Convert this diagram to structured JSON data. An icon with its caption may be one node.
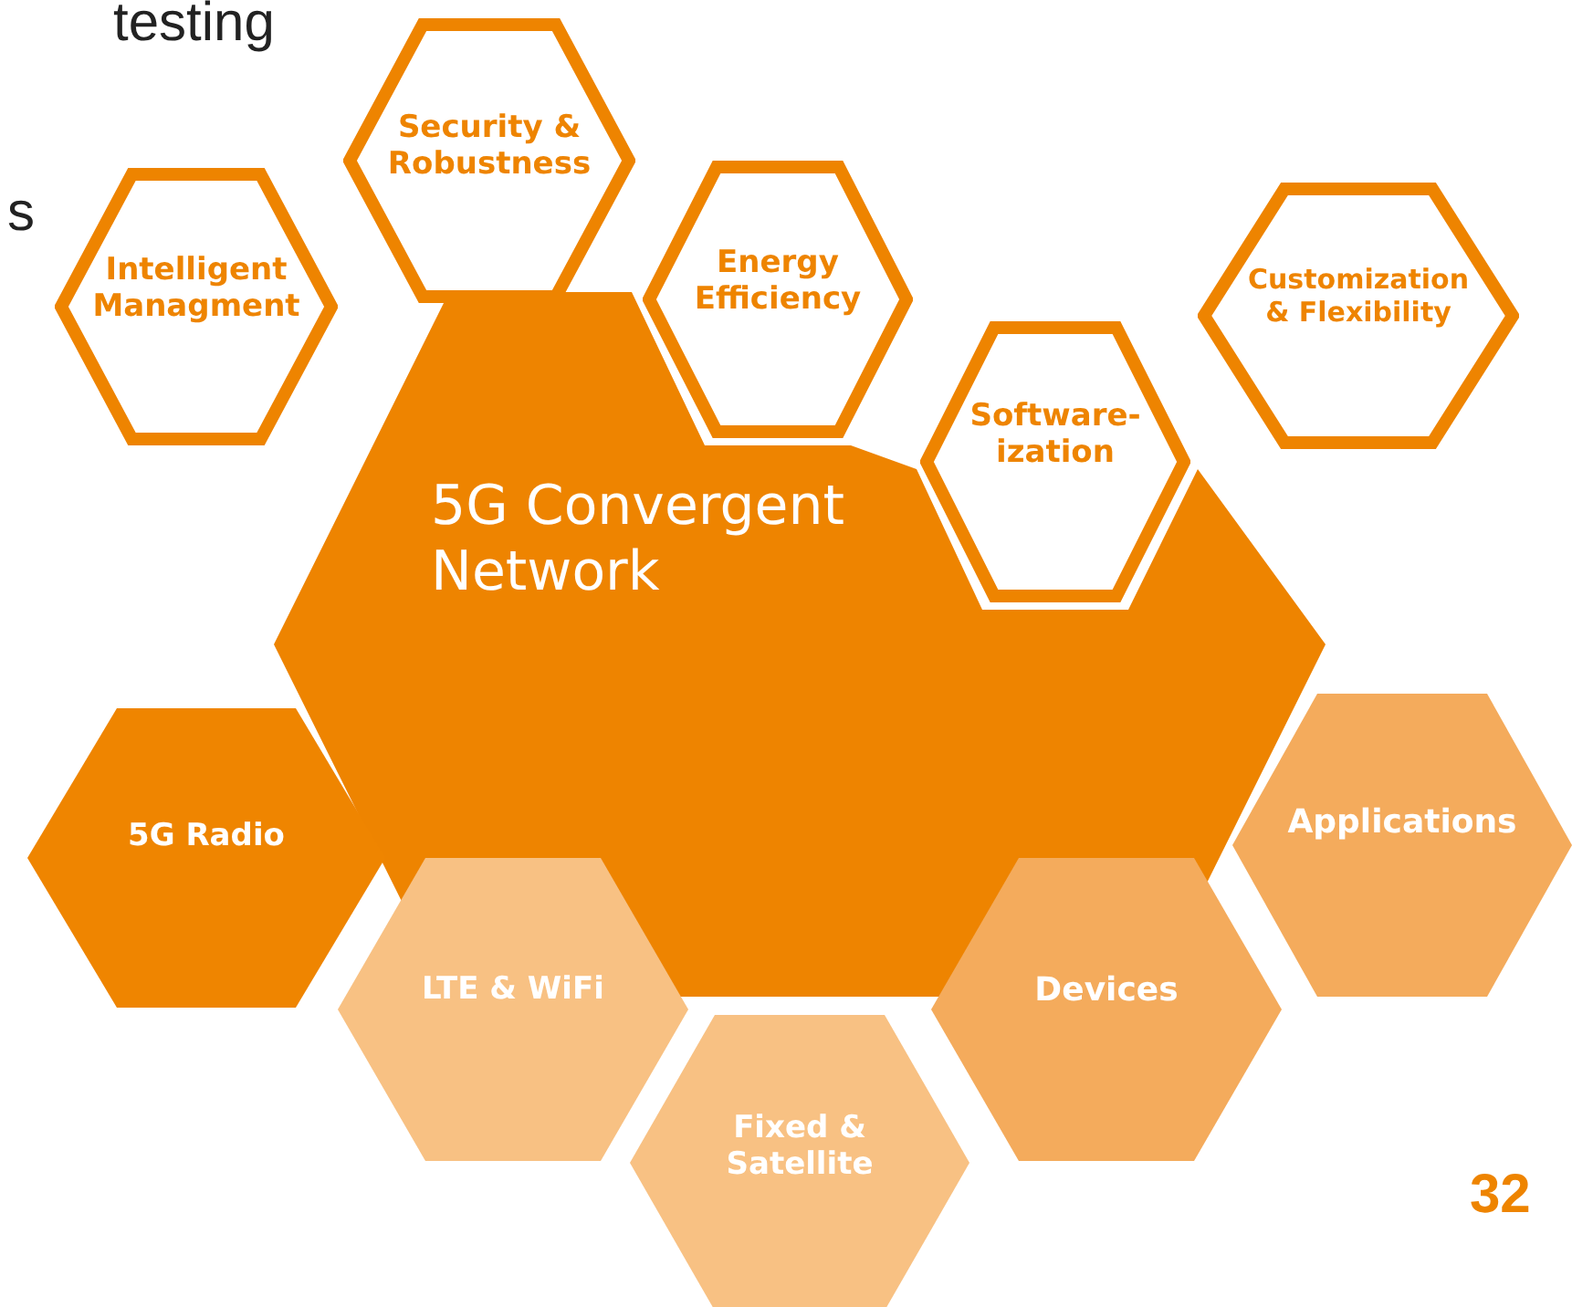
{
  "diagram": {
    "nodes": [
      {
        "text": [
          "Security & Robustness"
        ]
      },
      {
        "text": [
          "Intelligent Managment"
        ]
      },
      {
        "text": [
          "Energy Efficiency"
        ]
      },
      {
        "text": [
          "Customization & Flexibility"
        ]
      },
      {
        "text": [
          "Software-ization"
        ]
      },
      {
        "text": [
          "5G Convergent Network"
        ]
      },
      {
        "text": [
          "5G Radio"
        ]
      },
      {
        "text": [
          "Applications"
        ]
      },
      {
        "text": [
          "LTE & WiFi"
        ]
      },
      {
        "text": [
          "Devices"
        ]
      },
      {
        "text": [
          "Fixed & Satellite"
        ]
      }
    ],
    "labels": [
      "testing",
      "s",
      "32"
    ]
  }
}
